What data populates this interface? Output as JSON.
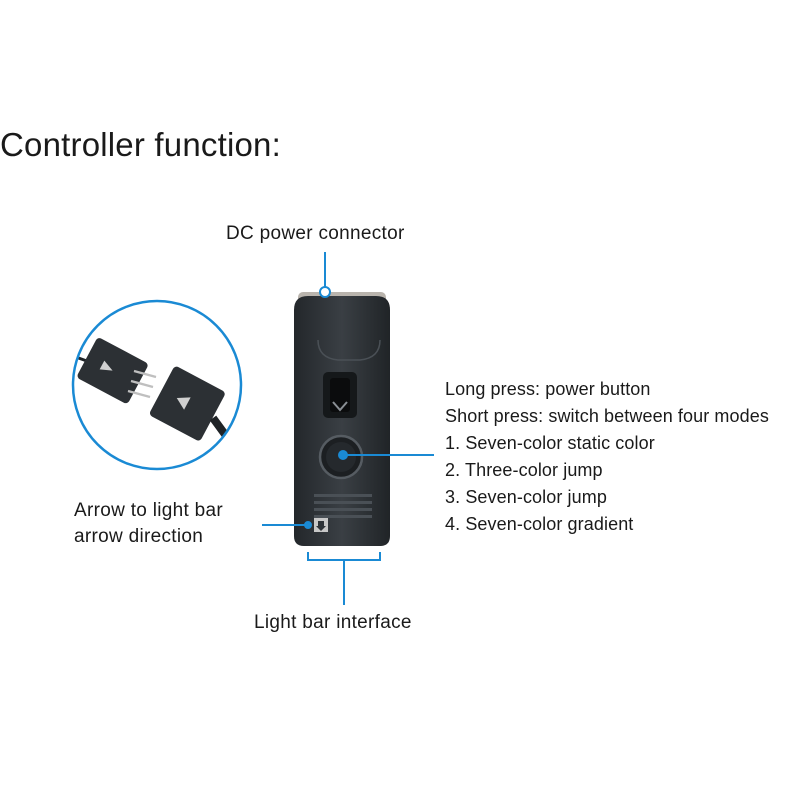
{
  "title": "Controller function:",
  "labels": {
    "dc_power": "DC power connector",
    "arrow_line1": "Arrow to light bar",
    "arrow_line2": "arrow direction",
    "interface": "Light bar interface"
  },
  "functions": {
    "long_press": "Long press: power button",
    "short_press": "Short press: switch between four modes",
    "modes": [
      "1. Seven-color static color",
      "2. Three-color jump",
      "3. Seven-color jump",
      "4. Seven-color gradient"
    ]
  },
  "colors": {
    "accent": "#1a8ad4",
    "device_body": "#2e3338",
    "text": "#1a1a1a"
  }
}
